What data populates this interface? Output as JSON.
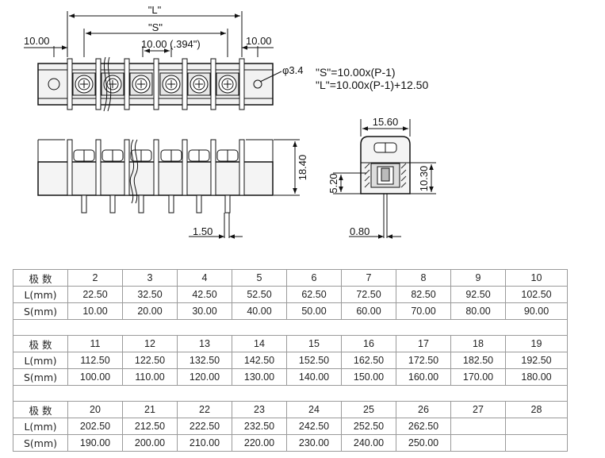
{
  "drawing": {
    "dim_L": "\"L\"",
    "dim_S": "\"S\"",
    "dim_left_pitch": "10.00",
    "dim_pitch": "10.00 (.394\")",
    "dim_right_pitch": "10.00",
    "dim_hole": "φ3.4",
    "formula_S": "\"S\"=10.00x(P-1)",
    "formula_L": "\"L\"=10.00x(P-1)+12.50",
    "dim_height": "18.40",
    "dim_pin": "1.50",
    "dim_width": "15.60",
    "dim_side_low": "5.20",
    "dim_side_high": "10.30",
    "dim_pin_side": "0.80"
  },
  "table": {
    "row_labels": {
      "poles": "极 数",
      "length": "L(mm)",
      "spacing": "S(mm)"
    },
    "groups": [
      {
        "poles": [
          "2",
          "3",
          "4",
          "5",
          "6",
          "7",
          "8",
          "9",
          "10"
        ],
        "L": [
          "22.50",
          "32.50",
          "42.50",
          "52.50",
          "62.50",
          "72.50",
          "82.50",
          "92.50",
          "102.50"
        ],
        "S": [
          "10.00",
          "20.00",
          "30.00",
          "40.00",
          "50.00",
          "60.00",
          "70.00",
          "80.00",
          "90.00"
        ]
      },
      {
        "poles": [
          "11",
          "12",
          "13",
          "14",
          "15",
          "16",
          "17",
          "18",
          "19"
        ],
        "L": [
          "112.50",
          "122.50",
          "132.50",
          "142.50",
          "152.50",
          "162.50",
          "172.50",
          "182.50",
          "192.50"
        ],
        "S": [
          "100.00",
          "110.00",
          "120.00",
          "130.00",
          "140.00",
          "150.00",
          "160.00",
          "170.00",
          "180.00"
        ]
      },
      {
        "poles": [
          "20",
          "21",
          "22",
          "23",
          "24",
          "25",
          "26",
          "27",
          "28"
        ],
        "L": [
          "202.50",
          "212.50",
          "222.50",
          "232.50",
          "242.50",
          "252.50",
          "262.50",
          "",
          ""
        ],
        "S": [
          "190.00",
          "200.00",
          "210.00",
          "220.00",
          "230.00",
          "240.00",
          "250.00",
          "",
          ""
        ]
      }
    ]
  }
}
